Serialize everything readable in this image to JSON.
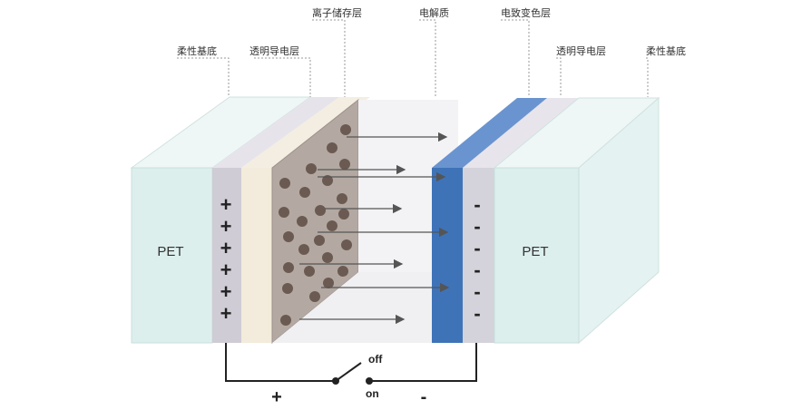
{
  "labels": {
    "top_left_substrate": "柔性基底",
    "top_left_conductor": "透明导电层",
    "ion_storage": "离子储存层",
    "electrolyte": "电解质",
    "electrochromic": "电致变色层",
    "top_right_conductor": "透明导电层",
    "top_right_substrate": "柔性基底"
  },
  "pet_left": "PET",
  "pet_right": "PET",
  "plus_sign": "+",
  "minus_sign": "-",
  "switch": {
    "off": "off",
    "on": "on"
  },
  "circuit": {
    "positive": "+",
    "negative": "-"
  },
  "colors": {
    "substrate": "#dff1ef",
    "conductor": "#d6d4dc",
    "ion_storage": "#a59c96",
    "electrolyte": "#f2f2f4",
    "electrochromic": "#3f73b8",
    "particle": "#6b5a52",
    "arrow": "#555555",
    "wire": "#222222"
  },
  "icons": {
    "ion_particle": "dot",
    "migration_arrow": "right-arrow"
  }
}
